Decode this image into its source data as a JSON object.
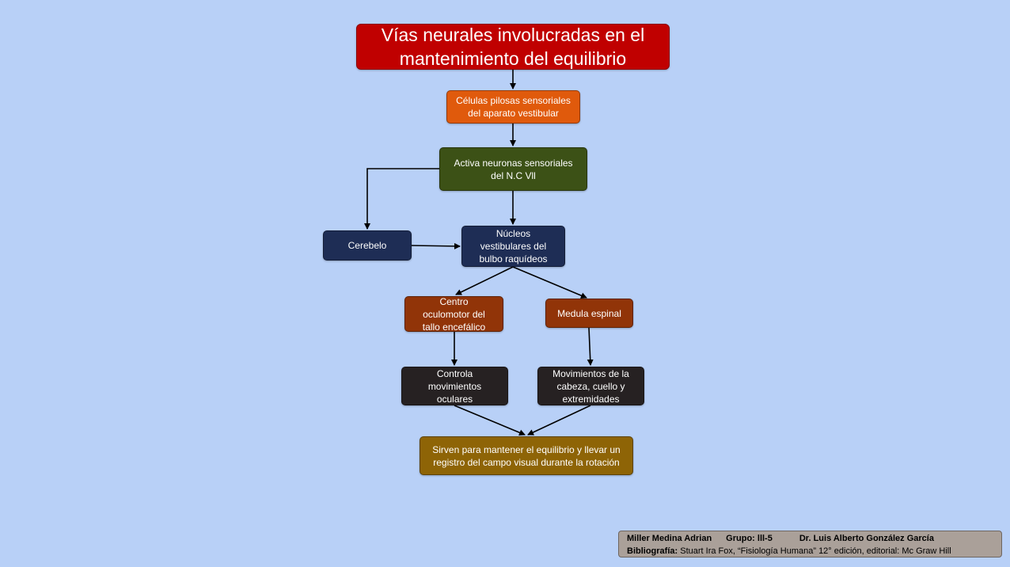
{
  "title": "Vías neurales involucradas en el\nmantenimiento del equilibrio",
  "nodes": {
    "celulas": "Células pilosas sensoriales\ndel aparato vestibular",
    "activa": "Activa neuronas sensoriales\ndel N.C Vll",
    "cerebelo": "Cerebelo",
    "nucleos": "Núcleos\nvestibulares del\nbulbo raquídeos",
    "centro": "Centro\noculomotor del\ntallo encefálico",
    "medula": "Medula espinal",
    "controla": "Controla\nmovimientos\noculares",
    "movimientos": "Movimientos de la\ncabeza, cuello y\nextremidades",
    "sirven": "Sirven para mantener el equilibrio y llevar un\nregistro del campo visual durante la rotación"
  },
  "footer": {
    "author": "Miller Medina Adrian",
    "group": "Grupo: lll-5",
    "teacher": "Dr. Luis Alberto González García",
    "bib_label": "Bibliografía:",
    "bib_text": " Stuart Ira Fox, “Fisiología Humana” 12° edición, editorial: Mc Graw Hill"
  },
  "colors": {
    "background": "#b8d0f7",
    "title": "#c00000",
    "celulas": "#e05a0c",
    "activa": "#3c5116",
    "blue_nodes": "#1e2d55",
    "brown_nodes": "#913408",
    "dark_nodes": "#262122",
    "sirven": "#8e6406",
    "footer": "#aaa099"
  }
}
